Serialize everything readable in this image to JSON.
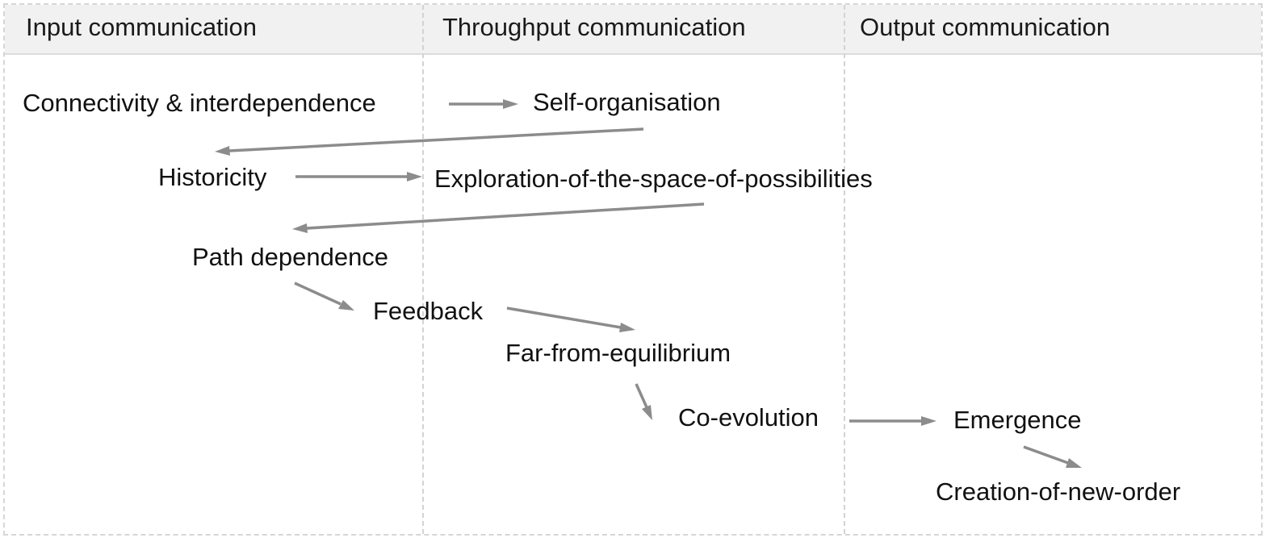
{
  "columns": [
    {
      "id": "input",
      "label": "Input communication"
    },
    {
      "id": "throughput",
      "label": "Throughput communication"
    },
    {
      "id": "output",
      "label": "Output communication"
    }
  ],
  "nodes": {
    "connectivity": "Connectivity & interdependence",
    "self_organisation": "Self-organisation",
    "historicity": "Historicity",
    "exploration": "Exploration-of-the-space-of-possibilities",
    "path_dependence": "Path dependence",
    "feedback": "Feedback",
    "far_from_equilibrium": "Far-from-equilibrium",
    "co_evolution": "Co-evolution",
    "emergence": "Emergence",
    "creation_of_new_order": "Creation-of-new-order"
  },
  "edges": [
    {
      "from": "connectivity",
      "to": "self_organisation"
    },
    {
      "from": "self_organisation",
      "to": "historicity"
    },
    {
      "from": "historicity",
      "to": "exploration"
    },
    {
      "from": "exploration",
      "to": "path_dependence"
    },
    {
      "from": "path_dependence",
      "to": "feedback"
    },
    {
      "from": "feedback",
      "to": "far_from_equilibrium"
    },
    {
      "from": "far_from_equilibrium",
      "to": "co_evolution"
    },
    {
      "from": "co_evolution",
      "to": "emergence"
    },
    {
      "from": "emergence",
      "to": "creation_of_new_order"
    }
  ],
  "colors": {
    "arrow": "#8c8c8c",
    "header_band": "#f1f1f1",
    "frame": "#d6d6d6",
    "text": "#111111"
  }
}
